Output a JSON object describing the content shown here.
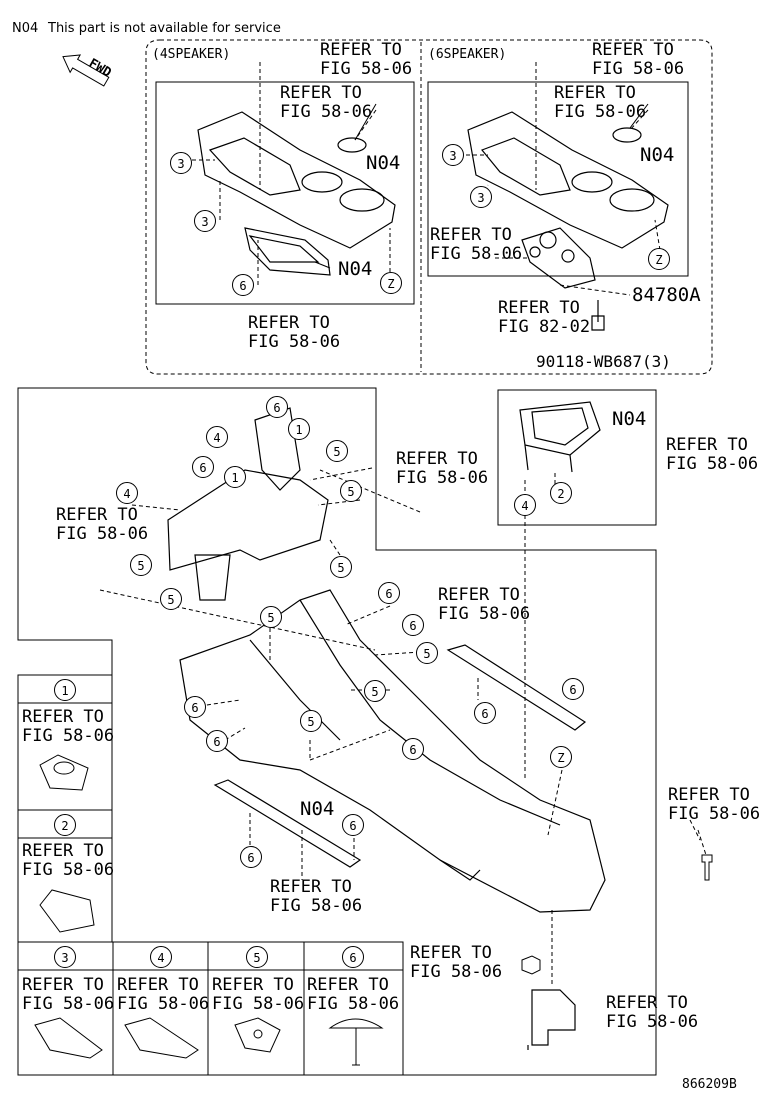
{
  "header": {
    "code": "N04",
    "note": "This part is not available for service"
  },
  "fwd_label": "FWD",
  "ref_5806": "REFER TO\nFIG 58-06",
  "ref_8202": "REFER TO\nFIG 82-02",
  "speaker_4": "(4SPEAKER)",
  "speaker_6": "(6SPEAKER)",
  "n04": "N04",
  "part_84780a": "84780A",
  "part_90118": "90118-WB687(3)",
  "callouts": {
    "c1": "1",
    "c2": "2",
    "c3": "3",
    "c4": "4",
    "c5": "5",
    "c6": "6",
    "z": "Z"
  },
  "figure_code": "866209B"
}
